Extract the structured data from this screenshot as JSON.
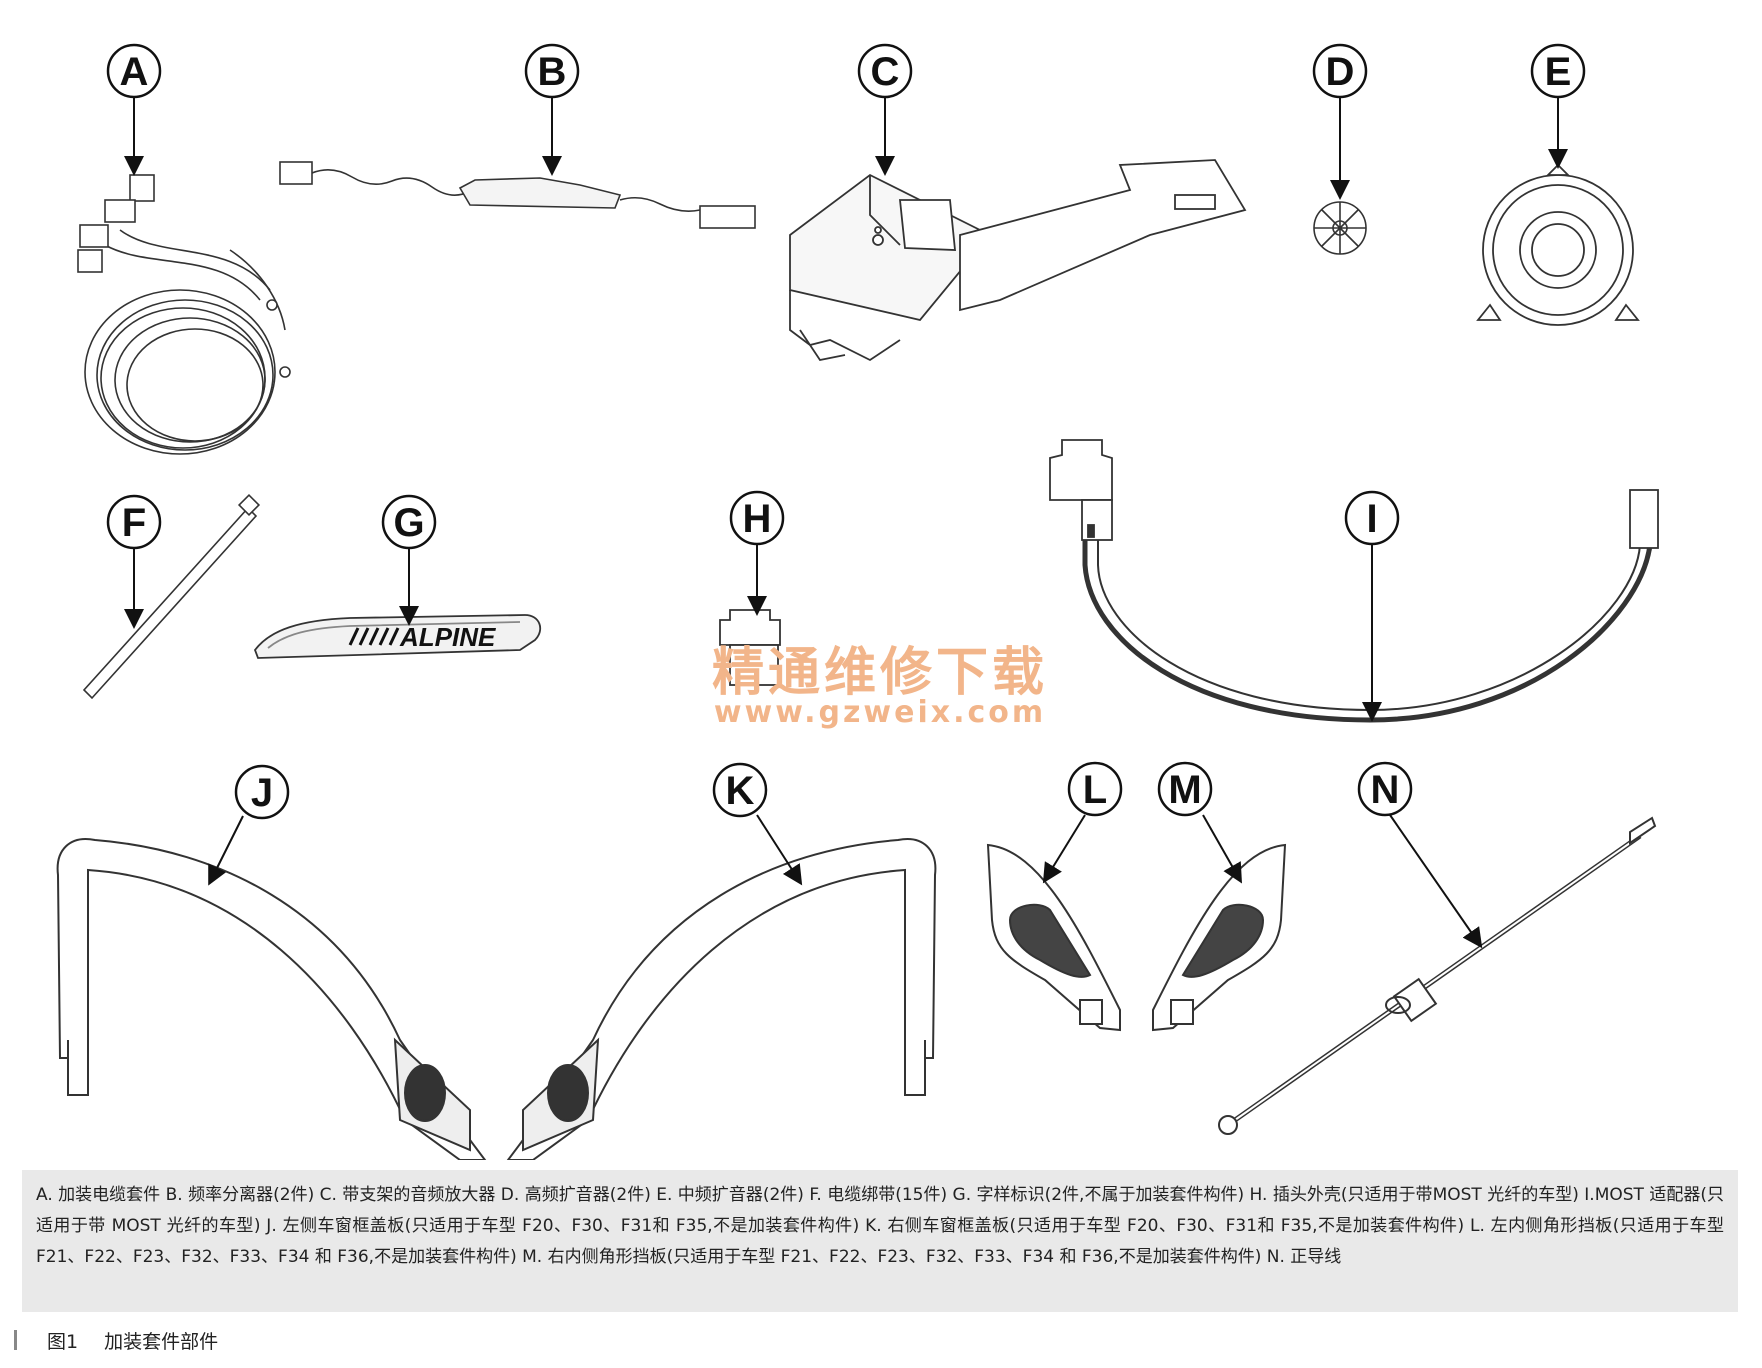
{
  "callouts": [
    "A",
    "B",
    "C",
    "D",
    "E",
    "F",
    "G",
    "H",
    "I",
    "J",
    "K",
    "L",
    "M",
    "N"
  ],
  "badge_text": "ALPINE",
  "watermark": {
    "cn": "精通维修下载",
    "url": "www.gzweix.com"
  },
  "caption": "A. 加装电缆套件 B. 频率分离器(2件) C. 带支架的音频放大器 D. 高频扩音器(2件) E. 中频扩音器(2件) F. 电缆绑带(15件) G. 字样标识(2件,不属于加装套件构件) H. 插头外壳(只适用于带MOST 光纤的车型) I.MOST 适配器(只适用于带 MOST 光纤的车型) J. 左侧车窗框盖板(只适用于车型 F20、F30、F31和 F35,不是加装套件构件) K. 右侧车窗框盖板(只适用于车型 F20、F30、F31和 F35,不是加装套件构件) L. 左内侧角形挡板(只适用于车型 F21、F22、F23、F32、F33、F34 和 F36,不是加装套件构件) M. 右内侧角形挡板(只适用于车型 F21、F22、F23、F32、F33、F34 和 F36,不是加装套件构件) N. 正导线",
  "figure": {
    "label": "图1",
    "title": "加装套件部件"
  }
}
